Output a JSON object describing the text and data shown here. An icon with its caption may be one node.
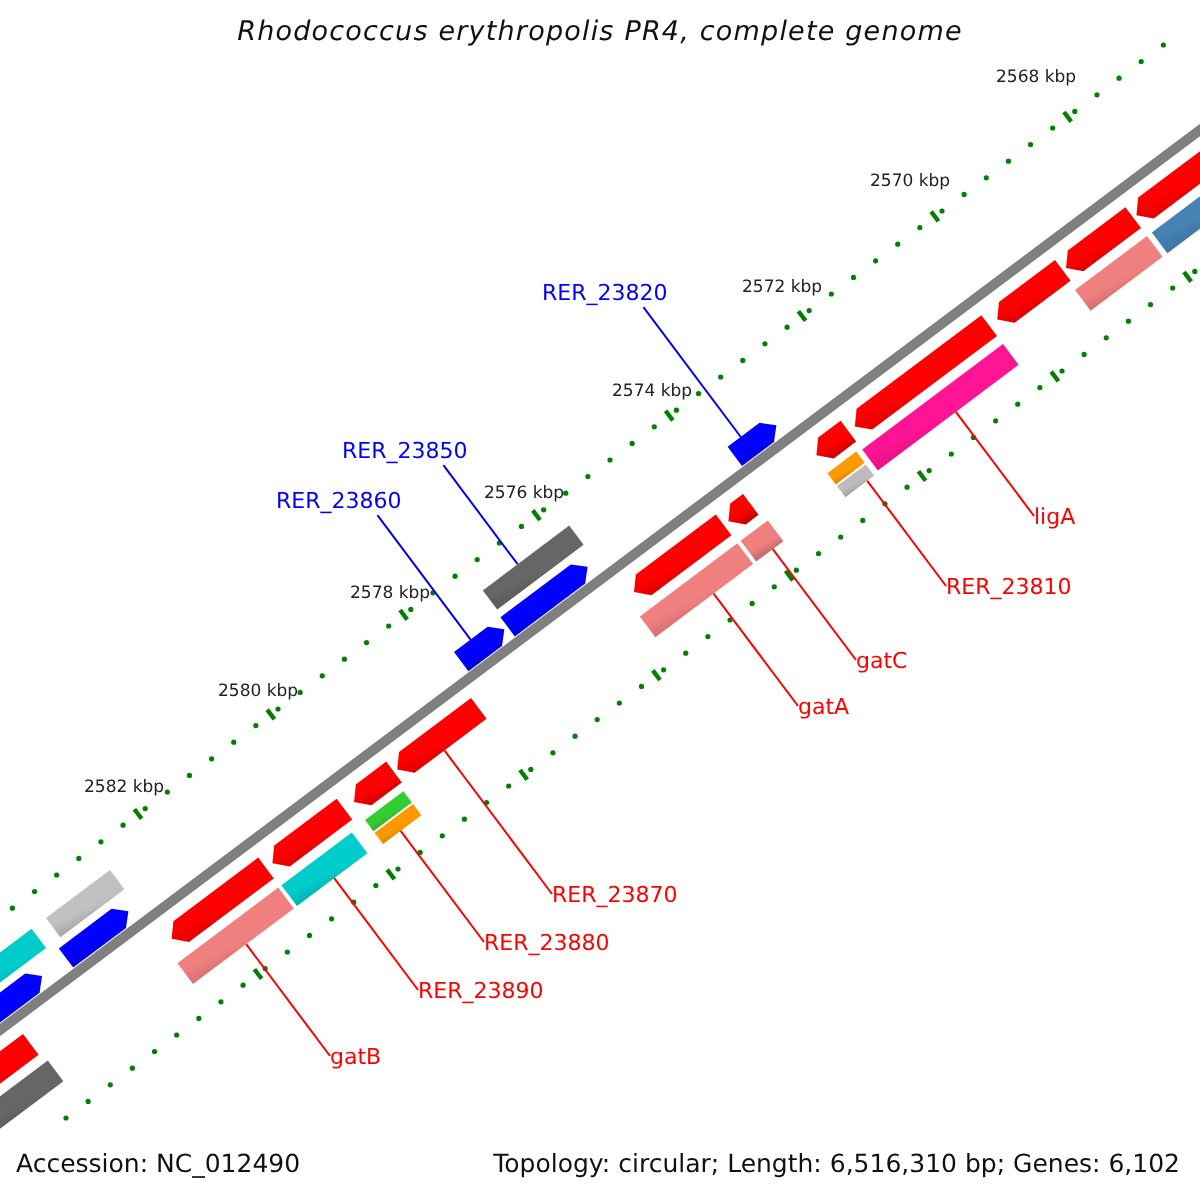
{
  "diagram": {
    "title": "Rhodococcus erythropolis PR4, complete genome",
    "nodes": [
      {
        "text": [
          "RER_23820"
        ]
      },
      {
        "text": [
          "RER_23850"
        ]
      },
      {
        "text": [
          "RER_23860"
        ]
      },
      {
        "text": [
          "ligA"
        ]
      },
      {
        "text": [
          "RER_23810"
        ]
      },
      {
        "text": [
          "gatC"
        ]
      },
      {
        "text": [
          "gatA"
        ]
      },
      {
        "text": [
          "RER_23870"
        ]
      },
      {
        "text": [
          "RER_23880"
        ]
      },
      {
        "text": [
          "RER_23890"
        ]
      },
      {
        "text": [
          "gatB"
        ]
      },
      {
        "text": [],
        "shape": "bar"
      },
      {
        "text": [],
        "shape": "bar"
      },
      {
        "text": [],
        "shape": "bar"
      },
      {
        "text": [],
        "shape": "bar"
      },
      {
        "text": [],
        "shape": "bar"
      },
      {
        "text": [],
        "shape": "bar"
      },
      {
        "text": [],
        "shape": "bar"
      },
      {
        "text": [],
        "shape": "bar"
      },
      {
        "text": [],
        "shape": "bar"
      },
      {
        "text": [],
        "shape": "bar"
      },
      {
        "text": [],
        "shape": "bar"
      }
    ],
    "edges": [
      {
        "from": 0,
        "to": 11,
        "arrow": "none",
        "color": "#0000ff"
      },
      {
        "from": 1,
        "to": 12,
        "arrow": "none",
        "color": "#0000ff"
      },
      {
        "from": 2,
        "to": 13,
        "arrow": "none",
        "color": "#0000ff"
      },
      {
        "from": 3,
        "to": 14,
        "arrow": "none"
      },
      {
        "from": 4,
        "to": 15,
        "arrow": "none"
      },
      {
        "from": 5,
        "to": 16,
        "arrow": "none"
      },
      {
        "from": 6,
        "to": 17,
        "arrow": "none"
      },
      {
        "from": 7,
        "to": 18,
        "arrow": "none"
      },
      {
        "from": 8,
        "to": 19,
        "arrow": "none"
      },
      {
        "from": 9,
        "to": 20,
        "arrow": "none"
      },
      {
        "from": 10,
        "to": 21,
        "arrow": "none"
      }
    ],
    "labels": [
      "2568 kbp",
      "2570 kbp",
      "2572 kbp",
      "2574 kbp",
      "2576 kbp",
      "2578 kbp",
      "2580 kbp",
      "2582 kbp",
      "Accession: NC_012490",
      "Topology: circular; Length: 6,516,310 bp; Genes: 6,102"
    ]
  }
}
